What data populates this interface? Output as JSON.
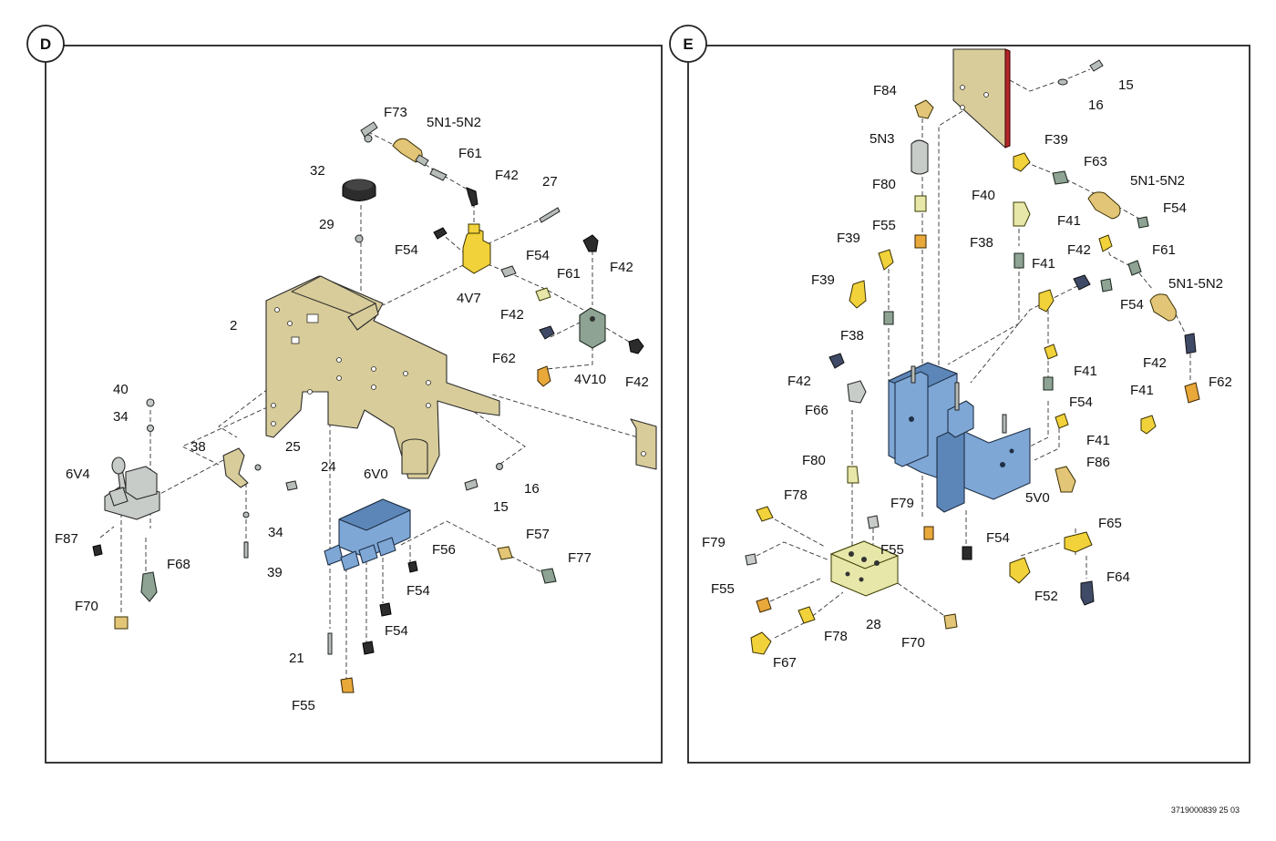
{
  "panels": [
    {
      "letter": "D",
      "labels": {
        "f73": "F73",
        "n5n1_top": "5N1-5N2",
        "f61_a": "F61",
        "f42_a": "F42",
        "i27": "27",
        "i32": "32",
        "i29": "29",
        "f54_a": "F54",
        "v4v7": "4V7",
        "f54_b": "F54",
        "f61_b": "F61",
        "f42_b": "F42",
        "f42_c": "F42",
        "f62": "F62",
        "v4v10": "4V10",
        "f42_d": "F42",
        "i2": "2",
        "i40": "40",
        "i34_a": "34",
        "i38": "38",
        "i25": "25",
        "i24": "24",
        "v6v4": "6V4",
        "v6v0": "6V0",
        "i16": "16",
        "i15": "15",
        "f87": "F87",
        "f68": "F68",
        "i34_b": "34",
        "i39": "39",
        "f57": "F57",
        "f56": "F56",
        "f77": "F77",
        "f70": "F70",
        "f54_c": "F54",
        "f54_d": "F54",
        "i21": "21",
        "f55": "F55"
      }
    },
    {
      "letter": "E",
      "labels": {
        "i15": "15",
        "i16": "16",
        "f84": "F84",
        "n5n3": "5N3",
        "f39_a": "F39",
        "f63": "F63",
        "n5n1_a": "5N1-5N2",
        "f80_a": "F80",
        "f40": "F40",
        "f54_a": "F54",
        "f55_a": "F55",
        "f41_a": "F41",
        "f39_b": "F39",
        "f38_a": "F38",
        "f42_a": "F42",
        "f61": "F61",
        "f39_c": "F39",
        "f41_b": "F41",
        "n5n1_b": "5N1-5N2",
        "f54_b": "F54",
        "f38_b": "F38",
        "f41_c": "F41",
        "f42_b": "F42",
        "f62": "F62",
        "f42_c": "F42",
        "f54_c": "F54",
        "f41_d": "F41",
        "f66": "F66",
        "f41_e": "F41",
        "f86": "F86",
        "f80_b": "F80",
        "v5v0": "5V0",
        "f78_a": "F78",
        "f79_a": "F79",
        "f65": "F65",
        "f55_b": "F55",
        "f54_d": "F54",
        "f79_b": "F79",
        "f52": "F52",
        "f64": "F64",
        "f55_c": "F55",
        "f78_b": "F78",
        "i28": "28",
        "f70": "F70",
        "f67": "F67"
      }
    }
  ],
  "reference_code": "3719000839 25 03",
  "colors": {
    "plate": "#d8cc9a",
    "valve_block": "#7ea7d6",
    "valve_green": "#8ea393",
    "fitting_yellow": "#f1d23a",
    "fitting_brass": "#e2c577",
    "fitting_orange": "#e8a83a",
    "edge_red": "#b3262a"
  }
}
